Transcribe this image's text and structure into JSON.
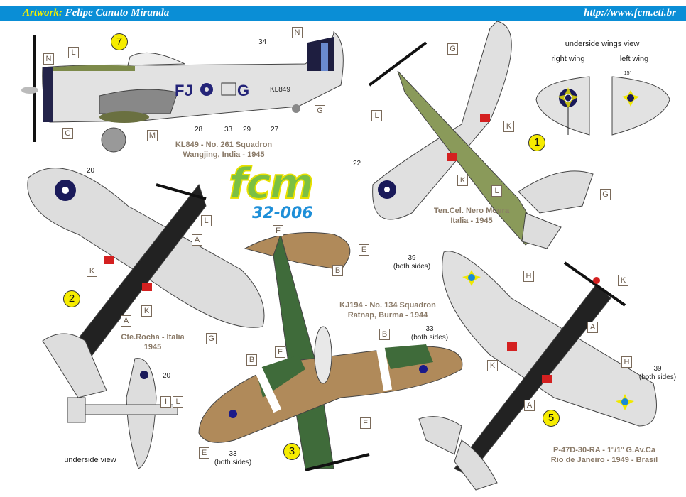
{
  "header": {
    "artwork_label": "Artwork:",
    "artist": "Felipe Canuto Miranda",
    "url": "http://www.fcm.eti.br"
  },
  "logo": {
    "brand": "fcm",
    "code": "32-006"
  },
  "profiles": [
    {
      "number": "7",
      "caption_line1": "KL849 - No. 261 Squadron",
      "caption_line2": "Wangjing, India - 1945",
      "codes": "FJ",
      "code2": "G",
      "serial": "KL849"
    },
    {
      "number": "1",
      "caption_line1": "Ten.Cel. Nero Moura",
      "caption_line2": "Italia - 1945"
    },
    {
      "number": "2",
      "caption_line1": "Cte.Rocha - Italia",
      "caption_line2": "1945"
    },
    {
      "number": "3",
      "caption_line1": "KJ194 - No. 134 Squadron",
      "caption_line2": "Ratnap, Burma - 1944"
    },
    {
      "number": "5",
      "caption_line1": "P-47D-30-RA - 1º/1º G.Av.Ca",
      "caption_line2": "Rio de Janeiro - 1949 - Brasil"
    }
  ],
  "underside_wings": {
    "title": "underside wings view",
    "right": "right wing",
    "left": "left wing",
    "angle": "15°"
  },
  "underside_view": "underside view",
  "both_sides": "(both sides)",
  "callouts": [
    "N",
    "L",
    "N",
    "G",
    "M",
    "G",
    "G",
    "L",
    "K",
    "K",
    "L",
    "G",
    "L",
    "A",
    "K",
    "K",
    "A",
    "G",
    "I",
    "L",
    "F",
    "E",
    "B",
    "B",
    "F",
    "B",
    "F",
    "E",
    "H",
    "K",
    "A",
    "H",
    "K",
    "A"
  ],
  "numbers": [
    "34",
    "28",
    "33",
    "29",
    "27",
    "22",
    "20",
    "20",
    "33",
    "33",
    "39",
    "39"
  ],
  "colors": {
    "header": "#0a8ed6",
    "olive": "#7d8a4a",
    "silver": "#dcdcdc",
    "camo_green": "#3f6b3a",
    "camo_brown": "#b08a5a",
    "roundel_blue": "#1a1a5a",
    "brazil_green": "#1a7a3a",
    "brazil_yellow": "#f0e800",
    "red": "#d42020"
  }
}
